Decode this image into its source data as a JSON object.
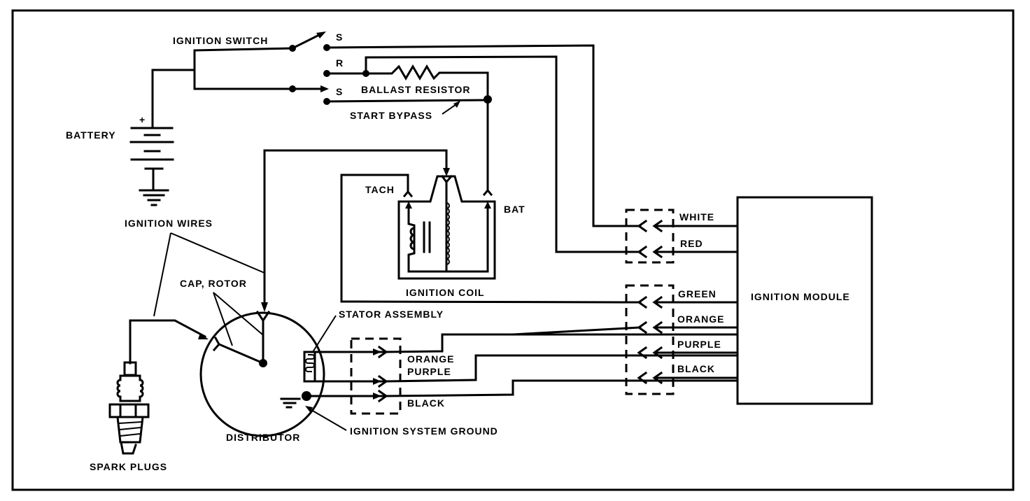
{
  "diagram": {
    "type": "ignition system wiring schematic",
    "labels": {
      "ignition_switch": "IGNITION SWITCH",
      "switch_terminal_s_top": "S",
      "switch_terminal_r": "R",
      "switch_terminal_s_bottom": "S",
      "ballast_resistor": "BALLAST RESISTOR",
      "start_bypass": "START BYPASS",
      "battery": "BATTERY",
      "battery_plus": "+",
      "tach": "TACH",
      "bat": "BAT",
      "ignition_coil": "IGNITION COIL",
      "ignition_wires": "IGNITION WIRES",
      "cap_rotor": "CAP, ROTOR",
      "stator_assembly": "STATOR ASSEMBLY",
      "distributor": "DISTRIBUTOR",
      "ignition_system_ground": "IGNITION SYSTEM GROUND",
      "spark_plugs": "SPARK PLUGS",
      "ignition_module": "IGNITION MODULE"
    },
    "distributor_connector_wires": [
      "ORANGE",
      "PURPLE",
      "BLACK"
    ],
    "module_upper_connector_wires": [
      "WHITE",
      "RED"
    ],
    "module_lower_connector_wires": [
      "GREEN",
      "ORANGE",
      "PURPLE",
      "BLACK"
    ]
  }
}
